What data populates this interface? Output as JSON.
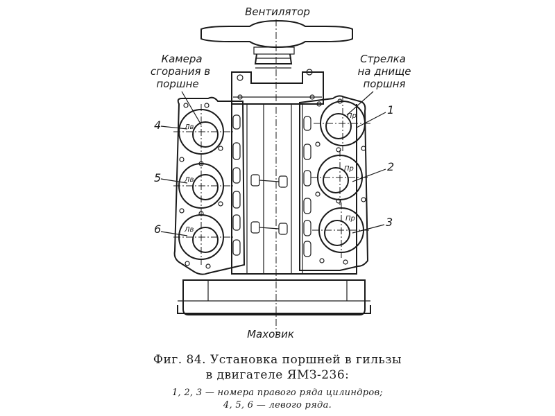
{
  "labels": {
    "fan": "Вентилятор",
    "flywheel": "Маховик",
    "combustion_chamber_line1": "Камера",
    "combustion_chamber_line2": "сгорания в",
    "combustion_chamber_line3": "поршне",
    "arrow_line1": "Стрелка",
    "arrow_line2": "на днище",
    "arrow_line3": "поршня"
  },
  "cylinders": {
    "right_row": [
      "1",
      "2",
      "3"
    ],
    "left_row": [
      "4",
      "5",
      "6"
    ],
    "right_mark": "Пр",
    "left_mark": "Лв"
  },
  "caption": {
    "title_line1": "Фиг. 84. Установка поршней в гильзы",
    "title_line2": "в двигателе ЯМЗ-236:",
    "note_line1": "1, 2, 3 — номера правого ряда цилиндров;",
    "note_line2": "4, 5, 6 — левого ряда."
  }
}
